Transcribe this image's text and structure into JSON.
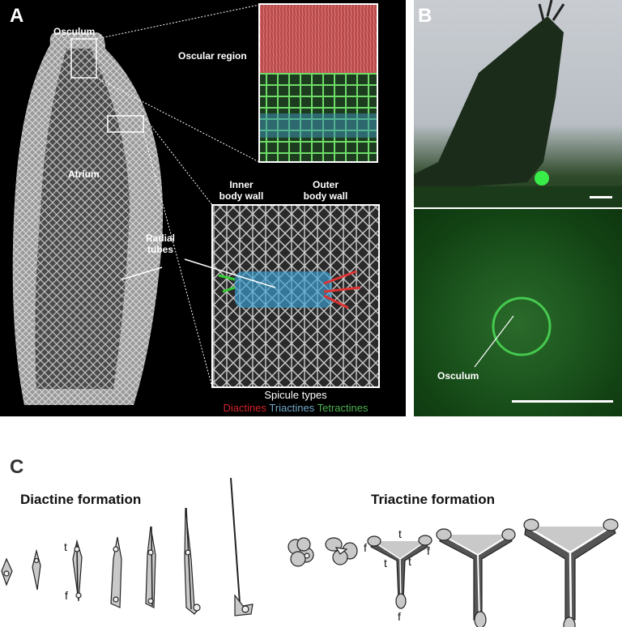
{
  "panel_a": {
    "letter": "A",
    "labels": {
      "osculum": "Osculum",
      "oscular_region": "Oscular region",
      "atrium": "Atrium",
      "inner_body_wall": "Inner\nbody wall",
      "outer_body_wall": "Outer\nbody wall",
      "radial_tubes": "Radial\ntubes"
    },
    "legend": {
      "title": "Spicule types",
      "items": [
        {
          "label": "Diactines",
          "color": "#d2232a"
        },
        {
          "label": "Triactines",
          "color": "#6fa8c8"
        },
        {
          "label": "Tetractines",
          "color": "#4caf50"
        }
      ]
    }
  },
  "panel_b": {
    "letter": "B",
    "labels": {
      "osculum": "Osculum"
    }
  },
  "panel_c": {
    "letter": "C",
    "diactine_title": "Diactine formation",
    "triactine_title": "Triactine formation",
    "cell_labels": {
      "t": "t",
      "f": "f"
    }
  }
}
